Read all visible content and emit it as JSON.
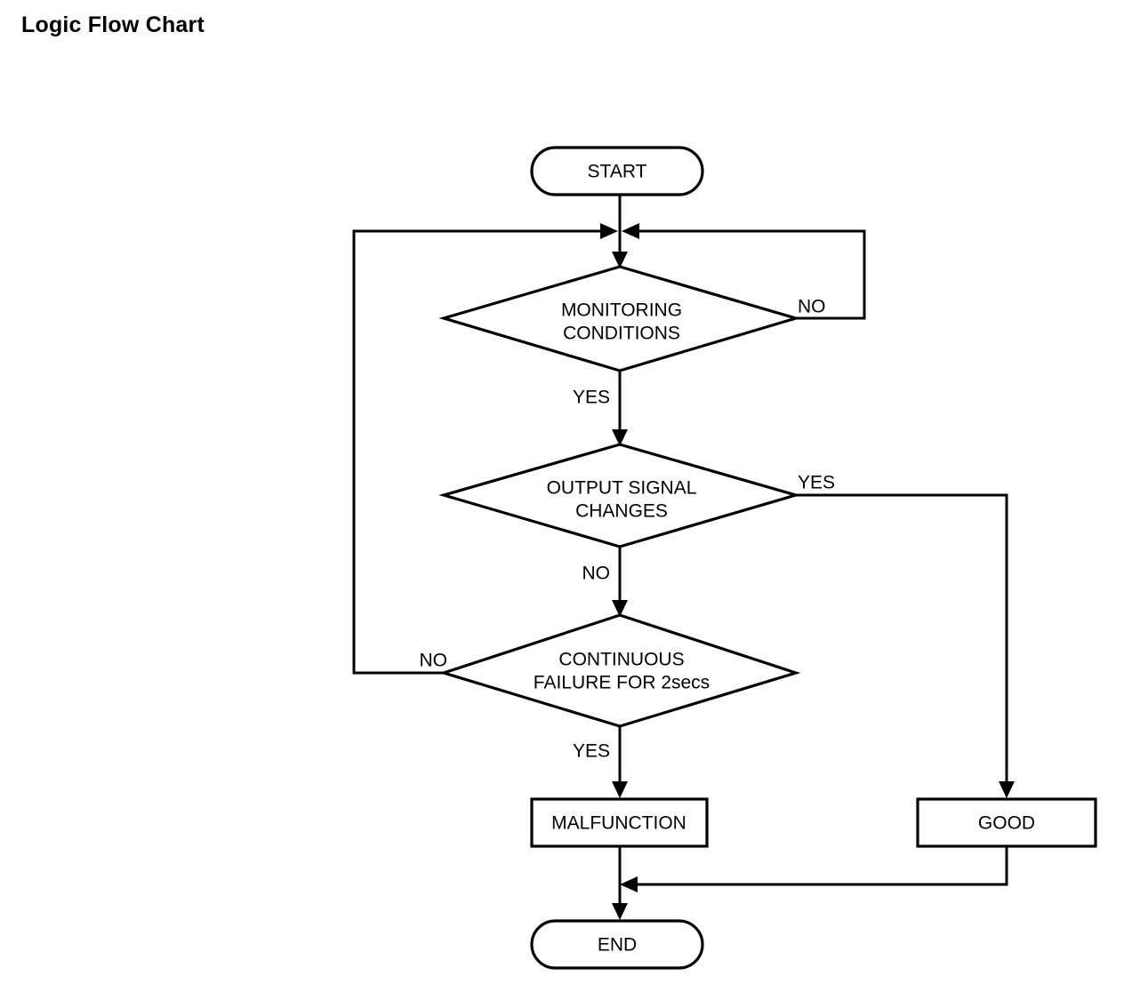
{
  "page": {
    "title": "Logic Flow Chart",
    "background_color": "#ffffff",
    "line_color": "#000000",
    "text_color": "#000000"
  },
  "chart_data": {
    "type": "diagram",
    "diagram_kind": "flowchart",
    "title": "Logic Flow Chart",
    "orientation": "top-to-bottom",
    "nodes": [
      {
        "id": "start",
        "shape": "stadium",
        "label": "START"
      },
      {
        "id": "monitoring",
        "shape": "diamond",
        "label_line1": "MONITORING",
        "label_line2": "CONDITIONS"
      },
      {
        "id": "output_signal",
        "shape": "diamond",
        "label_line1": "OUTPUT SIGNAL",
        "label_line2": "CHANGES"
      },
      {
        "id": "continuous_failure",
        "shape": "diamond",
        "label_line1": "CONTINUOUS",
        "label_line2": "FAILURE FOR 2secs"
      },
      {
        "id": "malfunction",
        "shape": "rectangle",
        "label": "MALFUNCTION"
      },
      {
        "id": "good",
        "shape": "rectangle",
        "label": "GOOD"
      },
      {
        "id": "end",
        "shape": "stadium",
        "label": "END"
      }
    ],
    "edges": [
      {
        "from": "start",
        "to": "monitoring",
        "label": ""
      },
      {
        "from": "monitoring",
        "to": "output_signal",
        "label": "YES"
      },
      {
        "from": "monitoring",
        "to": "monitoring",
        "label": "NO",
        "route": "right-loop-back-to-entry"
      },
      {
        "from": "output_signal",
        "to": "continuous_failure",
        "label": "NO"
      },
      {
        "from": "output_signal",
        "to": "good",
        "label": "YES",
        "route": "right-down"
      },
      {
        "from": "continuous_failure",
        "to": "monitoring",
        "label": "NO",
        "route": "left-loop-back-to-entry"
      },
      {
        "from": "continuous_failure",
        "to": "malfunction",
        "label": "YES"
      },
      {
        "from": "malfunction",
        "to": "end",
        "label": ""
      },
      {
        "from": "good",
        "to": "end",
        "label": "",
        "route": "down-left-merge"
      }
    ]
  },
  "labels": {
    "start": "START",
    "monitoring_l1": "MONITORING",
    "monitoring_l2": "CONDITIONS",
    "monitoring_no": "NO",
    "monitoring_yes": "YES",
    "output_l1": "OUTPUT SIGNAL",
    "output_l2": "CHANGES",
    "output_yes": "YES",
    "output_no": "NO",
    "failure_l1": "CONTINUOUS",
    "failure_l2": "FAILURE FOR 2secs",
    "failure_no": "NO",
    "failure_yes": "YES",
    "malfunction": "MALFUNCTION",
    "good": "GOOD",
    "end": "END"
  }
}
